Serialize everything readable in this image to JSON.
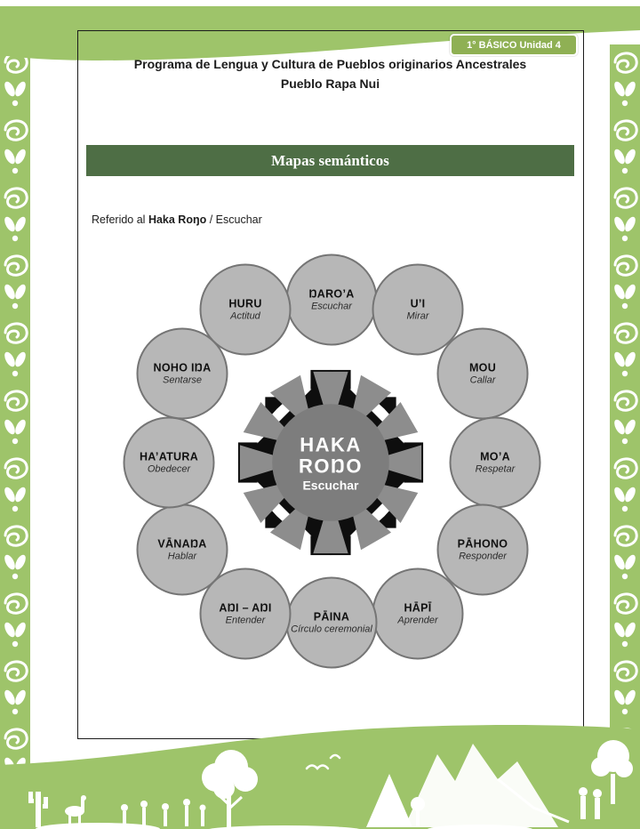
{
  "page": {
    "unit_badge": "1° BÁSICO Unidad 4",
    "header_line1": "Programa de Lengua y Cultura de Pueblos originarios Ancestrales",
    "header_line2": "Pueblo Rapa Nui",
    "banner_title": "Mapas semánticos",
    "reference": {
      "prefix": "Referido al ",
      "term": "Haka Roŋo",
      "suffix": " / Escuchar"
    }
  },
  "diagram": {
    "center": {
      "line1": "HAKA",
      "line2": "ROŊO",
      "line3": "Escuchar"
    },
    "nodes": [
      {
        "term": "ŊARO’A",
        "translation": "Escuchar"
      },
      {
        "term": "U’I",
        "translation": "Mirar"
      },
      {
        "term": "MOU",
        "translation": "Callar"
      },
      {
        "term": "MO’A",
        "translation": "Respetar"
      },
      {
        "term": "PĀHONO",
        "translation": "Responder"
      },
      {
        "term": "HĀPĪ",
        "translation": "Aprender"
      },
      {
        "term": "PĀINA",
        "translation": "Círculo ceremonial"
      },
      {
        "term": "AŊI – AŊI",
        "translation": "Entender"
      },
      {
        "term": "VĀNAŊA",
        "translation": "Hablar"
      },
      {
        "term": "HA’ATURA",
        "translation": "Obedecer"
      },
      {
        "term": "NOHO IŊA",
        "translation": "Sentarse"
      },
      {
        "term": "HURU",
        "translation": "Actitud"
      }
    ]
  },
  "colors": {
    "accent_green": "#9ec46a",
    "badge_green": "#8fb054",
    "banner_green": "#4e6e45",
    "node_gray": "#b7b7b7",
    "node_border_gray": "#757575",
    "center_gray": "#7d7d7d",
    "triangle_gray": "#8d8d8d",
    "emblem_black": "#0e0e0e"
  }
}
